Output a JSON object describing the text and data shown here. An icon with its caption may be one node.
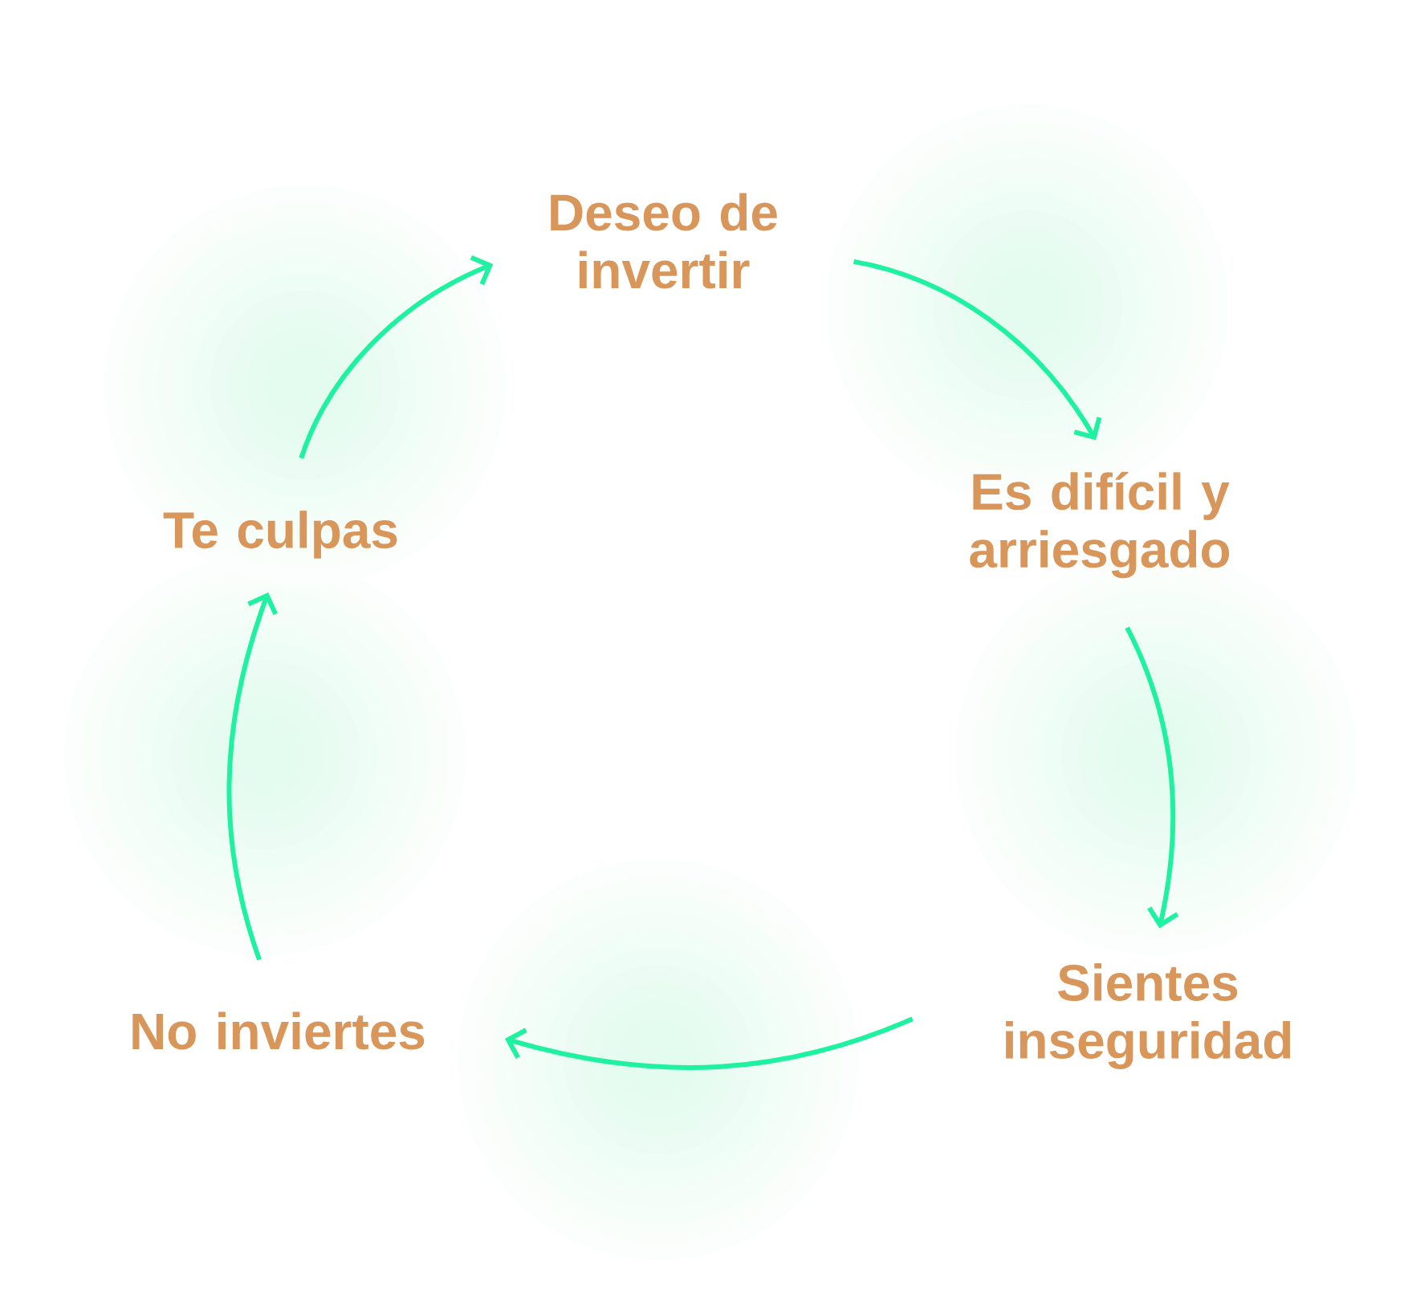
{
  "diagram": {
    "nodes": [
      {
        "text": [
          "Deseo de invertir"
        ]
      },
      {
        "text": [
          "Es difícil y arriesgado"
        ]
      },
      {
        "text": [
          "Sientes inseguridad"
        ]
      },
      {
        "text": [
          "No inviertes"
        ]
      },
      {
        "text": [
          "Te culpas"
        ]
      }
    ],
    "edges": [
      {
        "from": 0,
        "to": 1,
        "arrow": "to"
      },
      {
        "from": 1,
        "to": 2,
        "arrow": "to"
      },
      {
        "from": 2,
        "to": 3,
        "arrow": "to"
      },
      {
        "from": 3,
        "to": 4,
        "arrow": "to"
      },
      {
        "from": 4,
        "to": 0,
        "arrow": "to"
      }
    ]
  }
}
